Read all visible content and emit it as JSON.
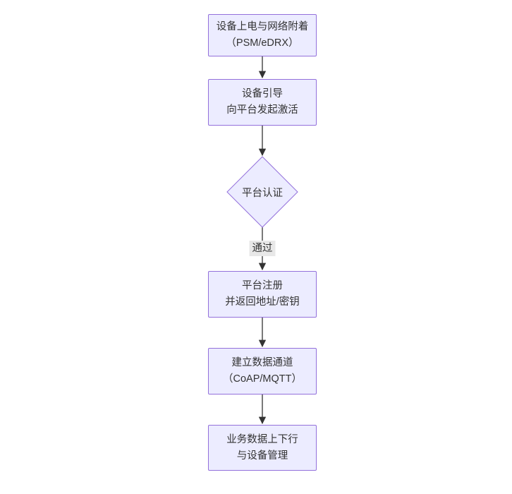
{
  "diagram": {
    "type": "flowchart",
    "direction": "top-down",
    "nodes": {
      "power_attach": {
        "shape": "process",
        "lines": [
          "设备上电与网络附着",
          "（PSM/eDRX）"
        ]
      },
      "bootstrap": {
        "shape": "process",
        "lines": [
          "设备引导",
          "向平台发起激活"
        ]
      },
      "platform_auth": {
        "shape": "decision",
        "label": "平台认证"
      },
      "platform_register": {
        "shape": "process",
        "lines": [
          "平台注册",
          "并返回地址/密钥"
        ]
      },
      "data_channel": {
        "shape": "process",
        "lines": [
          "建立数据通道",
          "（CoAP/MQTT）"
        ]
      },
      "business_data": {
        "shape": "process",
        "lines": [
          "业务数据上下行",
          "与设备管理"
        ]
      }
    },
    "edges": [
      {
        "from": "power_attach",
        "to": "bootstrap",
        "label": ""
      },
      {
        "from": "bootstrap",
        "to": "platform_auth",
        "label": ""
      },
      {
        "from": "platform_auth",
        "to": "platform_register",
        "label": "通过"
      },
      {
        "from": "platform_register",
        "to": "data_channel",
        "label": ""
      },
      {
        "from": "data_channel",
        "to": "business_data",
        "label": ""
      }
    ],
    "colors": {
      "node_fill": "#ECECFF",
      "node_border": "#9370DB",
      "text": "#333333",
      "arrow": "#333333",
      "edge_label_bg": "#E8E8E8",
      "background": "#FFFFFF"
    }
  }
}
